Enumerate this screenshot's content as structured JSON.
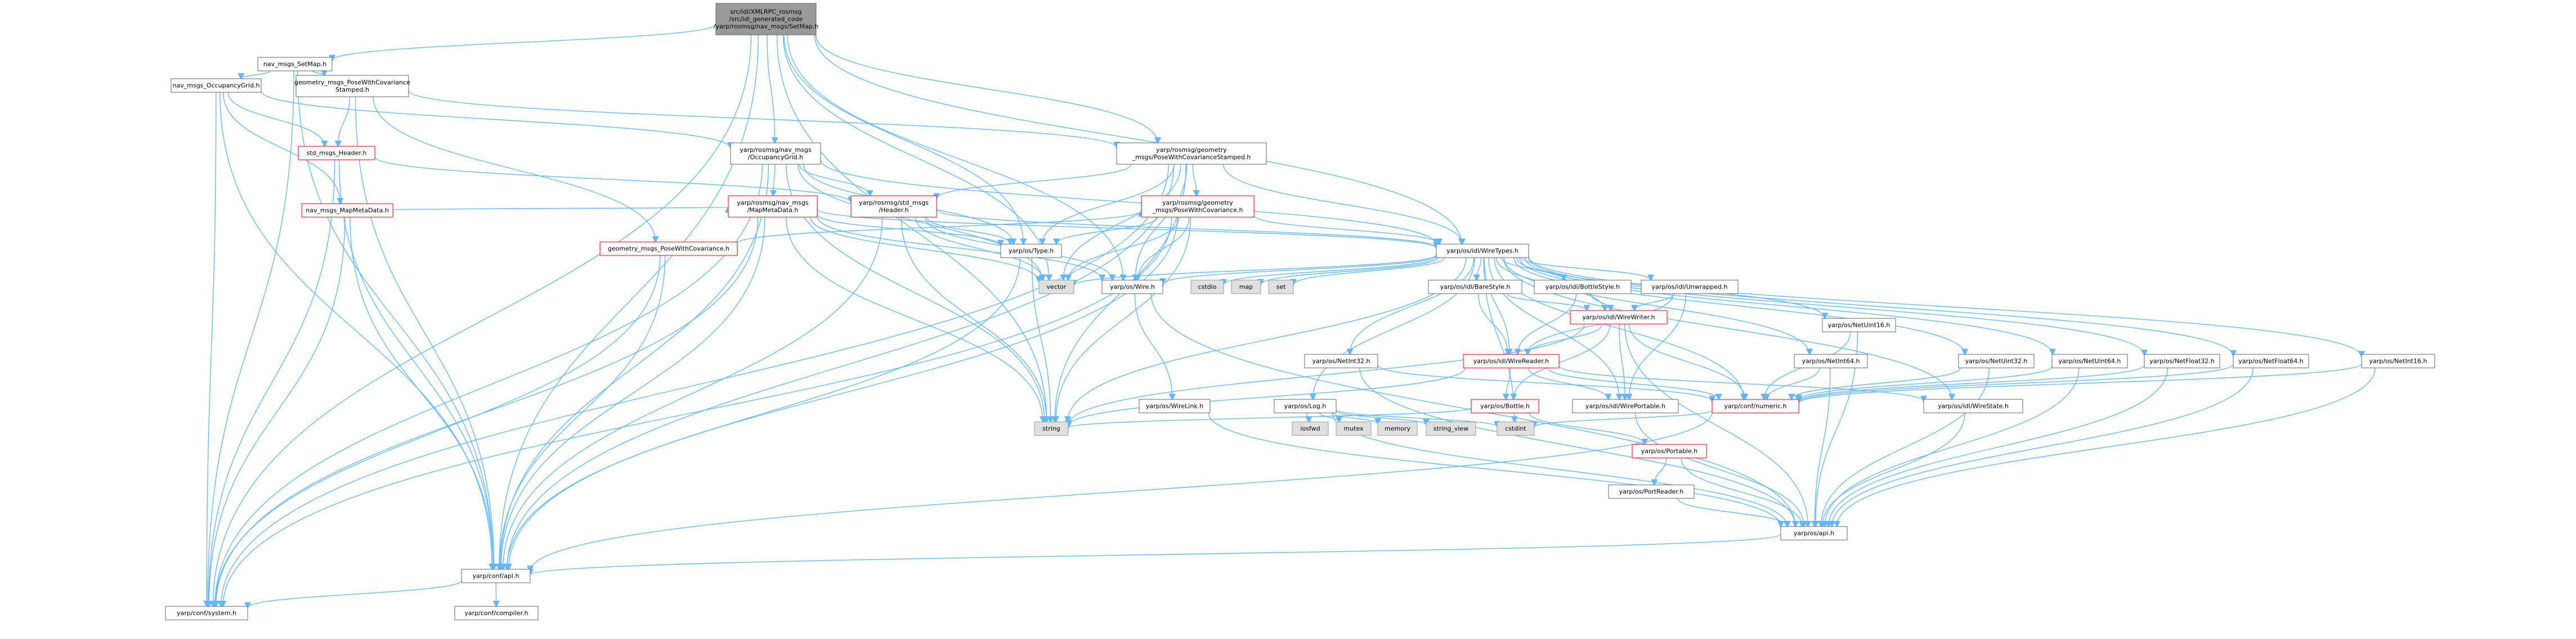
{
  "colors": {
    "edge": "#63B8FF",
    "node_border": "#666666",
    "node_fill": "#ffffff",
    "root_fill": "#999999",
    "red_border": "#ff0000",
    "system_fill": "#e0e0e0",
    "system_border": "#999999",
    "text": "#000000"
  },
  "nodes": [
    {
      "id": "root",
      "lines": [
        "src/idl/XMLRPC_rosmsg",
        "/src/idl_generated_code",
        "/yarp/rosmsg/nav_msgs/SetMap.h"
      ],
      "style": "root"
    },
    {
      "id": "navSetMap",
      "lines": [
        "nav_msgs_SetMap.h"
      ],
      "style": "normal"
    },
    {
      "id": "navOcc",
      "lines": [
        "nav_msgs_OccupancyGrid.h"
      ],
      "style": "normal"
    },
    {
      "id": "geoPWCS",
      "lines": [
        "geometry_msgs_PoseWithCovariance",
        "Stamped.h"
      ],
      "style": "normal"
    },
    {
      "id": "stdHeader",
      "lines": [
        "std_msgs_Header.h"
      ],
      "style": "red"
    },
    {
      "id": "navMapMeta",
      "lines": [
        "nav_msgs_MapMetaData.h"
      ],
      "style": "red"
    },
    {
      "id": "yOcc",
      "lines": [
        "yarp/rosmsg/nav_msgs",
        "/OccupancyGrid.h"
      ],
      "style": "normal"
    },
    {
      "id": "yPWCS",
      "lines": [
        "yarp/rosmsg/geometry",
        "_msgs/PoseWithCovarianceStamped.h"
      ],
      "style": "normal"
    },
    {
      "id": "yMapMeta",
      "lines": [
        "yarp/rosmsg/nav_msgs",
        "/MapMetaData.h"
      ],
      "style": "red"
    },
    {
      "id": "yStdHeader",
      "lines": [
        "yarp/rosmsg/std_msgs",
        "/Header.h"
      ],
      "style": "red"
    },
    {
      "id": "yPWC",
      "lines": [
        "yarp/rosmsg/geometry",
        "_msgs/PoseWithCovariance.h"
      ],
      "style": "red"
    },
    {
      "id": "geoPWC",
      "lines": [
        "geometry_msgs_PoseWithCovariance.h"
      ],
      "style": "red"
    },
    {
      "id": "yType",
      "lines": [
        "yarp/os/Type.h"
      ],
      "style": "normal"
    },
    {
      "id": "wireTypes",
      "lines": [
        "yarp/os/idl/WireTypes.h"
      ],
      "style": "normal"
    },
    {
      "id": "vector",
      "lines": [
        "vector"
      ],
      "style": "system"
    },
    {
      "id": "wire",
      "lines": [
        "yarp/os/Wire.h"
      ],
      "style": "normal"
    },
    {
      "id": "cstdio",
      "lines": [
        "cstdio"
      ],
      "style": "system"
    },
    {
      "id": "map",
      "lines": [
        "map"
      ],
      "style": "system"
    },
    {
      "id": "set",
      "lines": [
        "set"
      ],
      "style": "system"
    },
    {
      "id": "bareStyle",
      "lines": [
        "yarp/os/idl/BareStyle.h"
      ],
      "style": "normal"
    },
    {
      "id": "bottleStyle",
      "lines": [
        "yarp/os/idl/BottleStyle.h"
      ],
      "style": "normal"
    },
    {
      "id": "unwrapped",
      "lines": [
        "yarp/os/idl/Unwrapped.h"
      ],
      "style": "normal"
    },
    {
      "id": "wireWriter",
      "lines": [
        "yarp/os/idl/WireWriter.h"
      ],
      "style": "red"
    },
    {
      "id": "wireReader",
      "lines": [
        "yarp/os/idl/WireReader.h"
      ],
      "style": "red"
    },
    {
      "id": "netInt32",
      "lines": [
        "yarp/os/NetInt32.h"
      ],
      "style": "normal"
    },
    {
      "id": "netInt64",
      "lines": [
        "yarp/os/NetInt64.h"
      ],
      "style": "normal"
    },
    {
      "id": "netUint16",
      "lines": [
        "yarp/os/NetUint16.h"
      ],
      "style": "normal"
    },
    {
      "id": "netUint32",
      "lines": [
        "yarp/os/NetUint32.h"
      ],
      "style": "normal"
    },
    {
      "id": "netUint64",
      "lines": [
        "yarp/os/NetUint64.h"
      ],
      "style": "normal"
    },
    {
      "id": "netFloat32",
      "lines": [
        "yarp/os/NetFloat32.h"
      ],
      "style": "normal"
    },
    {
      "id": "netFloat64",
      "lines": [
        "yarp/os/NetFloat64.h"
      ],
      "style": "normal"
    },
    {
      "id": "netInt16",
      "lines": [
        "yarp/os/NetInt16.h"
      ],
      "style": "normal"
    },
    {
      "id": "log",
      "lines": [
        "yarp/os/Log.h"
      ],
      "style": "normal"
    },
    {
      "id": "wireLink",
      "lines": [
        "yarp/os/WireLink.h"
      ],
      "style": "normal"
    },
    {
      "id": "bottle",
      "lines": [
        "yarp/os/Bottle.h"
      ],
      "style": "red"
    },
    {
      "id": "wirePortable",
      "lines": [
        "yarp/os/idl/WirePortable.h"
      ],
      "style": "normal"
    },
    {
      "id": "numeric",
      "lines": [
        "yarp/conf/numeric.h"
      ],
      "style": "red"
    },
    {
      "id": "wireState",
      "lines": [
        "yarp/os/idl/WireState.h"
      ],
      "style": "normal"
    },
    {
      "id": "string",
      "lines": [
        "string"
      ],
      "style": "system"
    },
    {
      "id": "iosfwd",
      "lines": [
        "iosfwd"
      ],
      "style": "system"
    },
    {
      "id": "mutex",
      "lines": [
        "mutex"
      ],
      "style": "system"
    },
    {
      "id": "memory",
      "lines": [
        "memory"
      ],
      "style": "system"
    },
    {
      "id": "stringView",
      "lines": [
        "string_view"
      ],
      "style": "system"
    },
    {
      "id": "cstdint",
      "lines": [
        "cstdint"
      ],
      "style": "system"
    },
    {
      "id": "portable",
      "lines": [
        "yarp/os/Portable.h"
      ],
      "style": "red"
    },
    {
      "id": "portReader",
      "lines": [
        "yarp/os/PortReader.h"
      ],
      "style": "normal"
    },
    {
      "id": "api",
      "lines": [
        "yarp/os/api.h"
      ],
      "style": "normal"
    },
    {
      "id": "confApi",
      "lines": [
        "yarp/conf/api.h"
      ],
      "style": "normal"
    },
    {
      "id": "compiler",
      "lines": [
        "yarp/conf/compiler.h"
      ],
      "style": "normal"
    },
    {
      "id": "system",
      "lines": [
        "yarp/conf/system.h"
      ],
      "style": "normal"
    }
  ],
  "edges": [
    [
      "root",
      "navSetMap"
    ],
    [
      "root",
      "yOcc"
    ],
    [
      "root",
      "yPWCS"
    ],
    [
      "root",
      "yType"
    ],
    [
      "root",
      "wireTypes"
    ],
    [
      "root",
      "wire"
    ],
    [
      "root",
      "vector"
    ],
    [
      "root",
      "string"
    ],
    [
      "root",
      "confApi"
    ],
    [
      "root",
      "system"
    ],
    [
      "navSetMap",
      "navOcc"
    ],
    [
      "navSetMap",
      "geoPWCS"
    ],
    [
      "navSetMap",
      "system"
    ],
    [
      "navSetMap",
      "confApi"
    ],
    [
      "navOcc",
      "stdHeader"
    ],
    [
      "navOcc",
      "navMapMeta"
    ],
    [
      "navOcc",
      "yOcc"
    ],
    [
      "navOcc",
      "system"
    ],
    [
      "navOcc",
      "confApi"
    ],
    [
      "geoPWCS",
      "stdHeader"
    ],
    [
      "geoPWCS",
      "geoPWC"
    ],
    [
      "geoPWCS",
      "yPWCS"
    ],
    [
      "geoPWCS",
      "confApi"
    ],
    [
      "stdHeader",
      "yStdHeader"
    ],
    [
      "stdHeader",
      "system"
    ],
    [
      "stdHeader",
      "confApi"
    ],
    [
      "navMapMeta",
      "yMapMeta"
    ],
    [
      "navMapMeta",
      "system"
    ],
    [
      "navMapMeta",
      "confApi"
    ],
    [
      "geoPWC",
      "yPWC"
    ],
    [
      "geoPWC",
      "system"
    ],
    [
      "geoPWC",
      "confApi"
    ],
    [
      "yOcc",
      "yStdHeader"
    ],
    [
      "yOcc",
      "yMapMeta"
    ],
    [
      "yOcc",
      "yType"
    ],
    [
      "yOcc",
      "wireTypes"
    ],
    [
      "yOcc",
      "vector"
    ],
    [
      "yOcc",
      "string"
    ],
    [
      "yOcc",
      "confApi"
    ],
    [
      "yOcc",
      "system"
    ],
    [
      "yPWCS",
      "yStdHeader"
    ],
    [
      "yPWCS",
      "yPWC"
    ],
    [
      "yPWCS",
      "yType"
    ],
    [
      "yPWCS",
      "wireTypes"
    ],
    [
      "yPWCS",
      "vector"
    ],
    [
      "yPWCS",
      "string"
    ],
    [
      "yPWCS",
      "confApi"
    ],
    [
      "yPWCS",
      "system"
    ],
    [
      "yPWCS",
      "wire"
    ],
    [
      "yMapMeta",
      "yType"
    ],
    [
      "yMapMeta",
      "wireTypes"
    ],
    [
      "yMapMeta",
      "vector"
    ],
    [
      "yMapMeta",
      "string"
    ],
    [
      "yMapMeta",
      "confApi"
    ],
    [
      "yMapMeta",
      "system"
    ],
    [
      "yMapMeta",
      "wire"
    ],
    [
      "yStdHeader",
      "yType"
    ],
    [
      "yStdHeader",
      "wireTypes"
    ],
    [
      "yStdHeader",
      "vector"
    ],
    [
      "yStdHeader",
      "string"
    ],
    [
      "yStdHeader",
      "confApi"
    ],
    [
      "yStdHeader",
      "wire"
    ],
    [
      "yPWC",
      "yType"
    ],
    [
      "yPWC",
      "wireTypes"
    ],
    [
      "yPWC",
      "vector"
    ],
    [
      "yPWC",
      "string"
    ],
    [
      "yPWC",
      "confApi"
    ],
    [
      "yPWC",
      "system"
    ],
    [
      "yPWC",
      "wire"
    ],
    [
      "yType",
      "string"
    ],
    [
      "yType",
      "confApi"
    ],
    [
      "wireTypes",
      "wire"
    ],
    [
      "wireTypes",
      "cstdio"
    ],
    [
      "wireTypes",
      "map"
    ],
    [
      "wireTypes",
      "set"
    ],
    [
      "wireTypes",
      "vector"
    ],
    [
      "wireTypes",
      "string"
    ],
    [
      "wireTypes",
      "bareStyle"
    ],
    [
      "wireTypes",
      "bottleStyle"
    ],
    [
      "wireTypes",
      "unwrapped"
    ],
    [
      "wireTypes",
      "wireWriter"
    ],
    [
      "wireTypes",
      "wireReader"
    ],
    [
      "wireTypes",
      "netInt32"
    ],
    [
      "wireTypes",
      "netInt64"
    ],
    [
      "wireTypes",
      "netUint16"
    ],
    [
      "wireTypes",
      "netUint32"
    ],
    [
      "wireTypes",
      "netUint64"
    ],
    [
      "wireTypes",
      "netFloat32"
    ],
    [
      "wireTypes",
      "netFloat64"
    ],
    [
      "wireTypes",
      "netInt16"
    ],
    [
      "wireTypes",
      "log"
    ],
    [
      "wireTypes",
      "wirePortable"
    ],
    [
      "wireTypes",
      "wireState"
    ],
    [
      "wireTypes",
      "cstdint"
    ],
    [
      "wireTypes",
      "numeric"
    ],
    [
      "wire",
      "wireLink"
    ],
    [
      "wire",
      "api"
    ],
    [
      "wireLink",
      "api"
    ],
    [
      "bareStyle",
      "wireReader"
    ],
    [
      "bareStyle",
      "wireWriter"
    ],
    [
      "bottleStyle",
      "wireReader"
    ],
    [
      "bottleStyle",
      "wireWriter"
    ],
    [
      "unwrapped",
      "wireReader"
    ],
    [
      "unwrapped",
      "wireWriter"
    ],
    [
      "unwrapped",
      "wirePortable"
    ],
    [
      "wireWriter",
      "wireReader"
    ],
    [
      "wireWriter",
      "bottle"
    ],
    [
      "wireWriter",
      "wirePortable"
    ],
    [
      "wireWriter",
      "numeric"
    ],
    [
      "wireWriter",
      "string"
    ],
    [
      "wireWriter",
      "api"
    ],
    [
      "wireReader",
      "bottle"
    ],
    [
      "wireReader",
      "wirePortable"
    ],
    [
      "wireReader",
      "wireState"
    ],
    [
      "wireReader",
      "numeric"
    ],
    [
      "wireReader",
      "string"
    ],
    [
      "netInt32",
      "api"
    ],
    [
      "netInt32",
      "numeric"
    ],
    [
      "netInt64",
      "api"
    ],
    [
      "netInt64",
      "numeric"
    ],
    [
      "netUint16",
      "api"
    ],
    [
      "netUint16",
      "numeric"
    ],
    [
      "netUint32",
      "api"
    ],
    [
      "netUint32",
      "numeric"
    ],
    [
      "netUint64",
      "api"
    ],
    [
      "netUint64",
      "numeric"
    ],
    [
      "netFloat32",
      "api"
    ],
    [
      "netFloat32",
      "numeric"
    ],
    [
      "netFloat64",
      "api"
    ],
    [
      "netFloat64",
      "numeric"
    ],
    [
      "netInt16",
      "api"
    ],
    [
      "netInt16",
      "numeric"
    ],
    [
      "log",
      "api"
    ],
    [
      "log",
      "iosfwd"
    ],
    [
      "log",
      "mutex"
    ],
    [
      "log",
      "memory"
    ],
    [
      "log",
      "stringView"
    ],
    [
      "log",
      "cstdint"
    ],
    [
      "bottle",
      "portable"
    ],
    [
      "bottle",
      "string"
    ],
    [
      "portable",
      "portReader"
    ],
    [
      "portable",
      "api"
    ],
    [
      "portReader",
      "api"
    ],
    [
      "wirePortable",
      "api"
    ],
    [
      "wireState",
      "api"
    ],
    [
      "numeric",
      "cstdint"
    ],
    [
      "numeric",
      "confApi"
    ],
    [
      "api",
      "confApi"
    ],
    [
      "confApi",
      "compiler"
    ],
    [
      "confApi",
      "system"
    ]
  ]
}
